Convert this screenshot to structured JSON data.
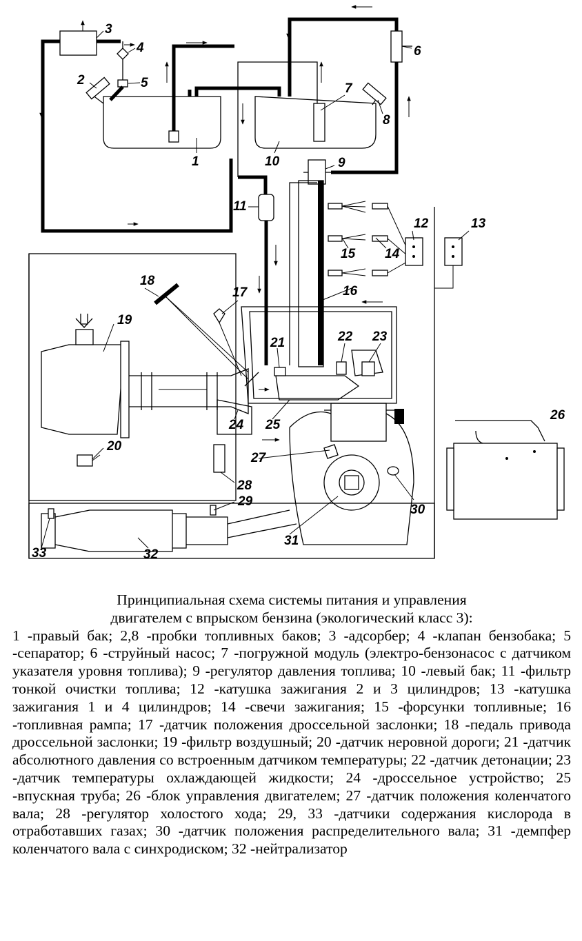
{
  "diagram": {
    "labels": [
      "1",
      "2",
      "3",
      "4",
      "5",
      "6",
      "7",
      "8",
      "9",
      "10",
      "11",
      "12",
      "13",
      "14",
      "15",
      "16",
      "17",
      "18",
      "19",
      "20",
      "21",
      "22",
      "23",
      "24",
      "25",
      "26",
      "27",
      "28",
      "29",
      "30",
      "31",
      "32",
      "33"
    ]
  },
  "caption": {
    "title_line1": "Принципиальная схема системы питания и управления",
    "title_line2": "двигателем с впрыском бензина (экологический класс 3):",
    "legend": "1 -правый бак; 2,8 -пробки топливных баков; 3 -адсорбер; 4 -клапан бензобака; 5 -сепаратор; 6 -струйный насос; 7 -погружной модуль (электро-бензонасос с датчиком указателя уровня топлива); 9 -регулятор давления топлива; 10 -левый бак; 11 -фильтр тонкой очистки топлива; 12 -катушка зажигания 2 и 3 цилиндров; 13 -катушка зажигания 1 и 4 цилиндров; 14 -свечи зажигания; 15 -форсунки топливные; 16 -топливная рампа; 17 -датчик положения дроссельной заслонки; 18 -педаль привода дроссельной заслонки; 19 -фильтр воздушный; 20 -датчик неровной дороги; 21 -датчик абсолютного давления со встроенным датчиком температуры; 22 -датчик детонации; 23 -датчик температуры охлаждающей жидкости; 24 -дроссельное устройство; 25 -впускная труба; 26 -блок управления двигателем; 27 -датчик положения коленчатого вала; 28 -регулятор холостого хода; 29, 33 -датчики содержания кислорода в отработавших газах; 30 -датчик положения распределительного вала; 31 -демпфер коленчатого вала с синхродиском; 32 -нейтрализатор"
  }
}
